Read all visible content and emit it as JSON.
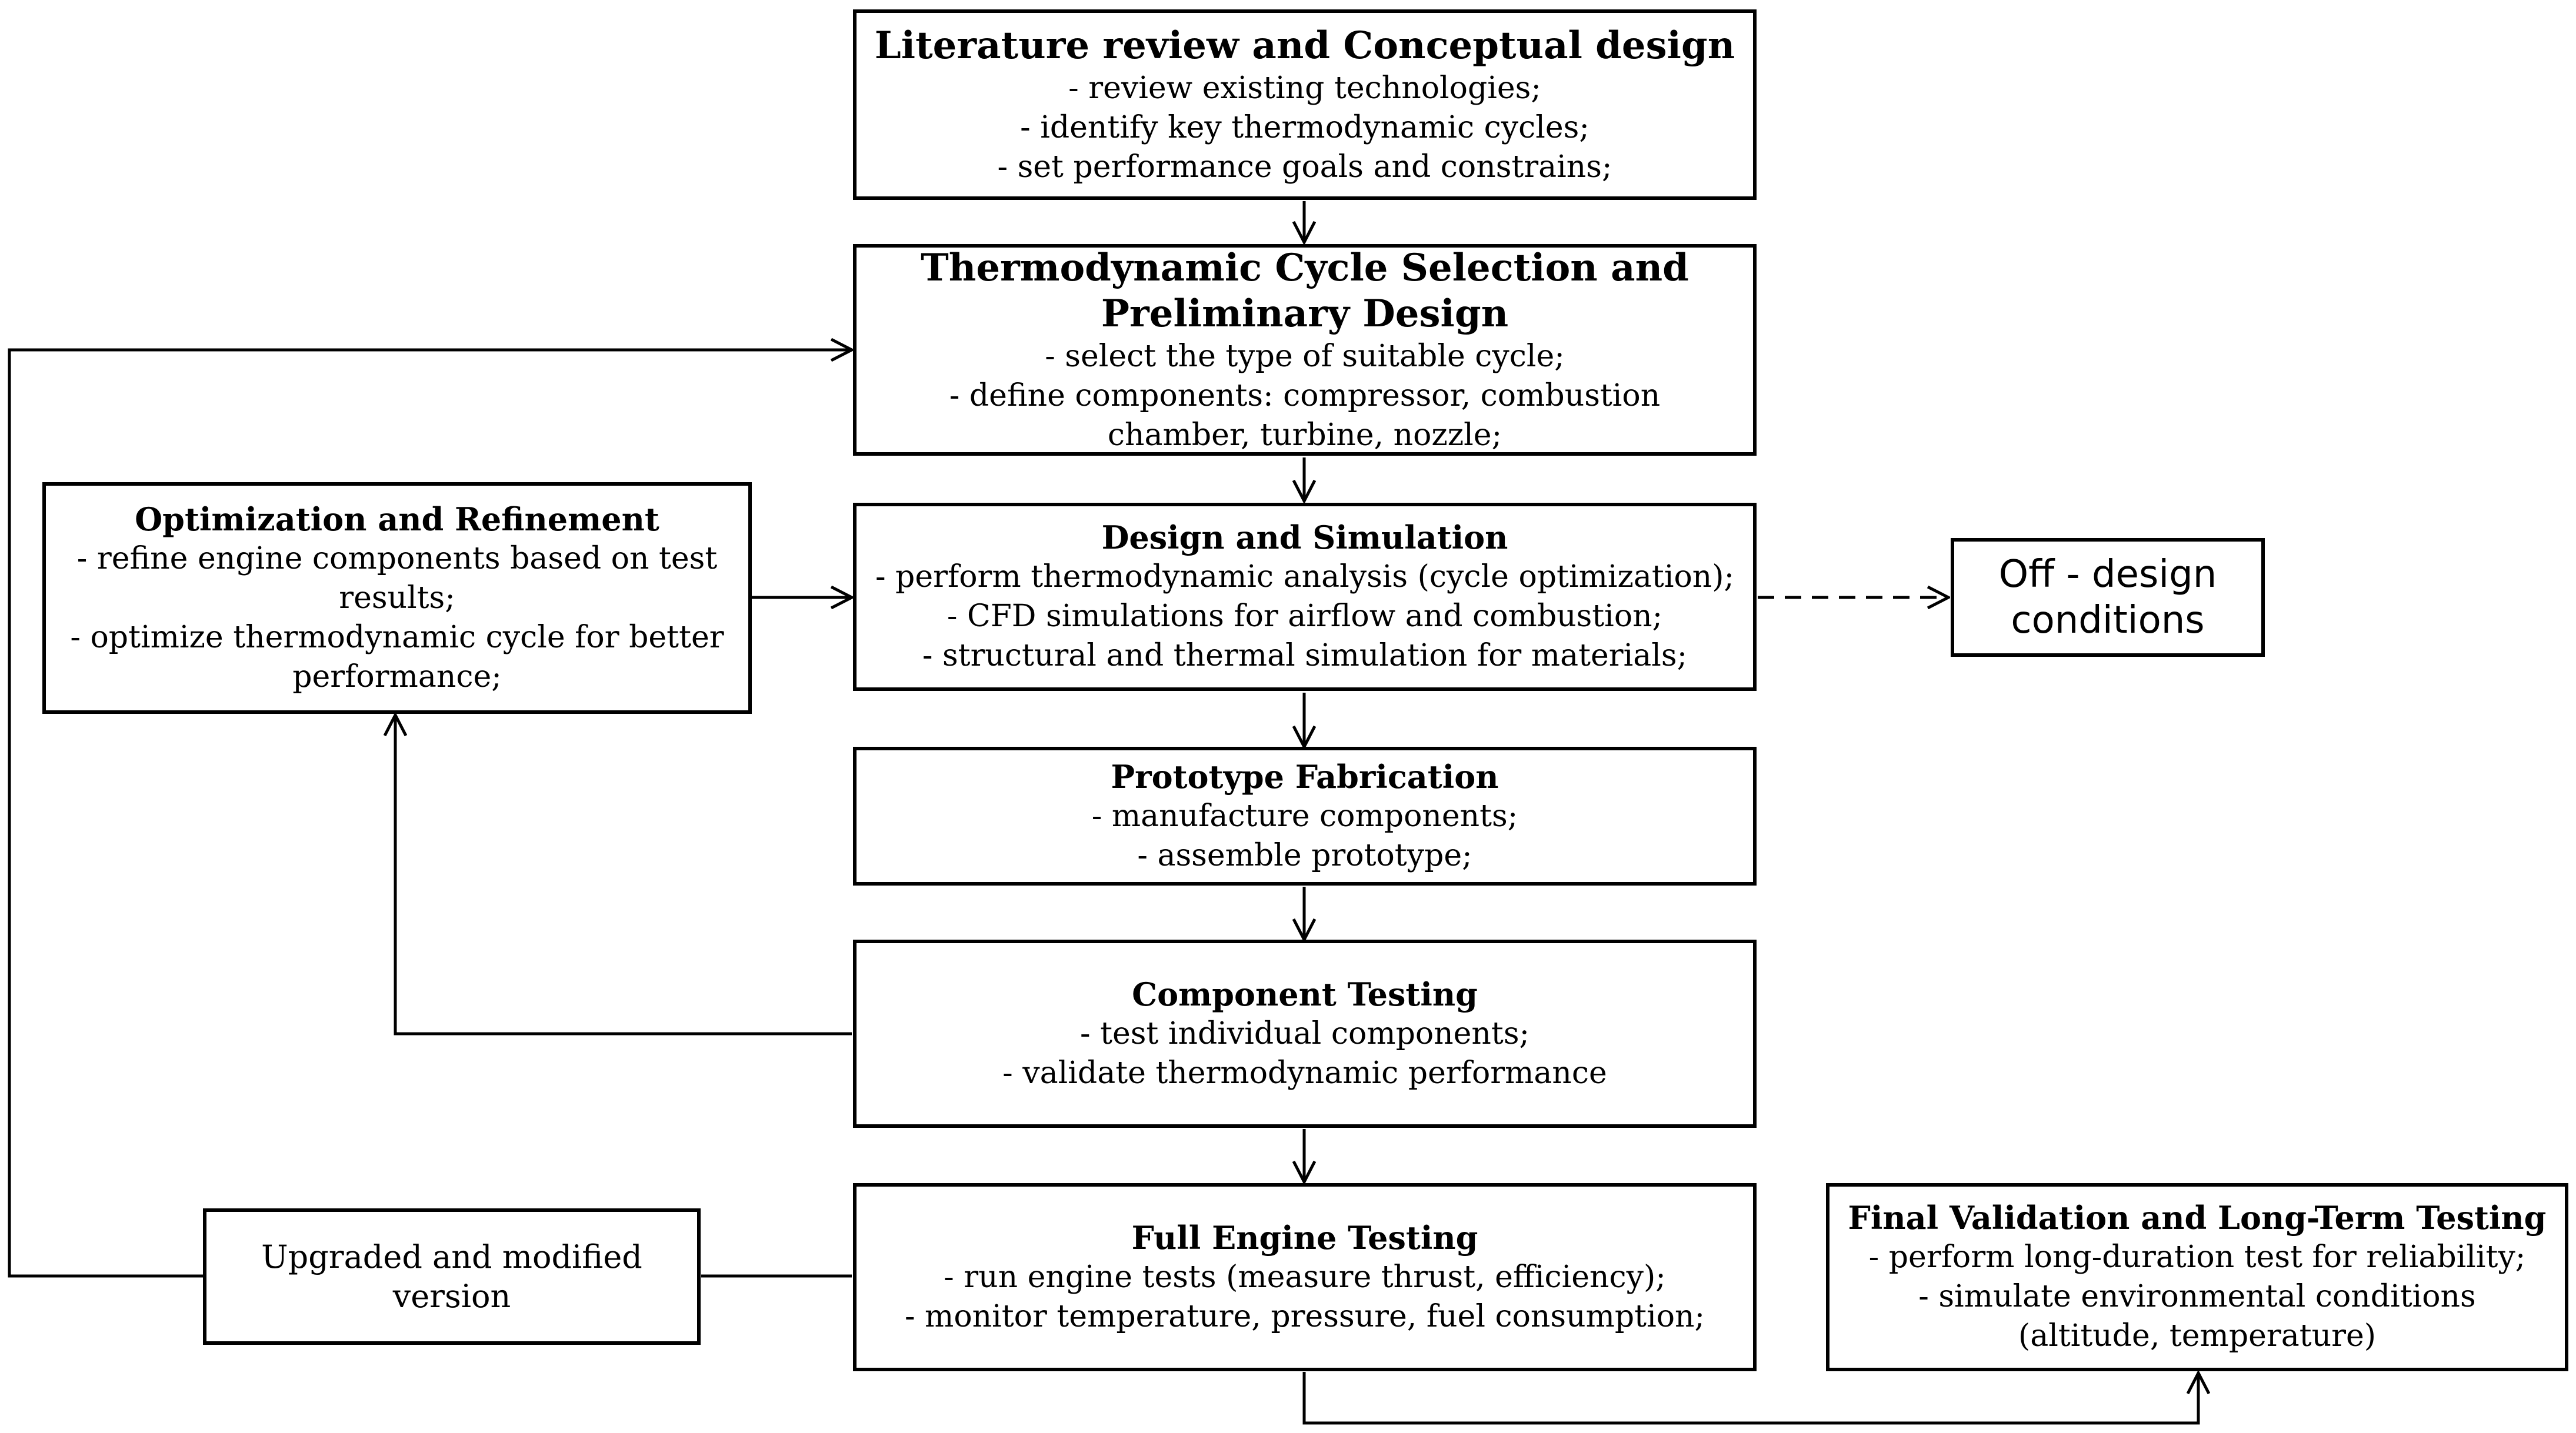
{
  "boxes": {
    "literature": {
      "title": "Literature review and Conceptual design",
      "lines": [
        "- review existing technologies;",
        "- identify key thermodynamic cycles;",
        "- set performance goals and constrains;"
      ]
    },
    "thermo": {
      "title": "Thermodynamic Cycle Selection and Preliminary Design",
      "lines": [
        "- select the type of suitable cycle;",
        "- define components: compressor, combustion chamber, turbine, nozzle;"
      ]
    },
    "optimization": {
      "title": "Optimization and Refinement",
      "lines": [
        "- refine engine components based on test results;",
        "- optimize thermodynamic cycle for better performance;"
      ]
    },
    "design": {
      "title": "Design and Simulation",
      "lines": [
        "- perform thermodynamic analysis (cycle optimization);",
        "- CFD simulations for airflow and combustion;",
        "- structural and thermal simulation for materials;"
      ]
    },
    "offdesign": {
      "text": "Off - design conditions"
    },
    "prototype": {
      "title": "Prototype Fabrication",
      "lines": [
        "- manufacture components;",
        "- assemble prototype;"
      ]
    },
    "component": {
      "title": "Component Testing",
      "lines": [
        "- test individual components;",
        "- validate thermodynamic performance"
      ]
    },
    "upgraded": {
      "text": "Upgraded and modified version"
    },
    "fullengine": {
      "title": "Full Engine Testing",
      "lines": [
        "- run engine tests (measure thrust, efficiency);",
        "- monitor temperature, pressure, fuel consumption;"
      ]
    },
    "final": {
      "title": "Final Validation and Long-Term Testing",
      "lines": [
        "- perform long-duration test for reliability;",
        "- simulate environmental conditions (altitude, temperature)"
      ]
    }
  }
}
